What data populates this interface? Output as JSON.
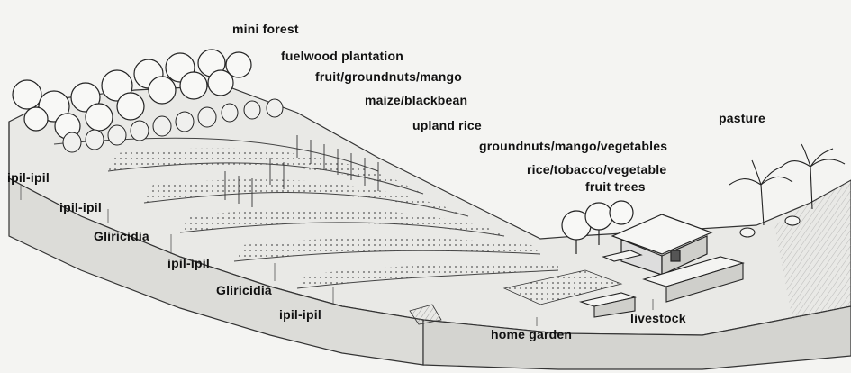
{
  "labels": {
    "mini_forest": "mini forest",
    "fuelwood_plantation": "fuelwood plantation",
    "fruit_groundnuts_mango": "fruit/groundnuts/mango",
    "maize_blackbean": "maize/blackbean",
    "upland_rice": "upland rice",
    "pasture": "pasture",
    "groundnuts_mango_vegetables": "groundnuts/mango/vegetables",
    "rice_tobacco_vegetable": "rice/tobacco/vegetable",
    "fruit_trees": "fruit trees",
    "ipil_ipil_1": "ipil-ipil",
    "ipil_ipil_2": "ipil-ipil",
    "gliricidia_1": "Gliricidia",
    "ipil_ipil_3": "ipil-ipil",
    "gliricidia_2": "Gliricidia",
    "ipil_ipil_4": "ipil-ipil",
    "livestock": "livestock",
    "home_garden": "home garden"
  }
}
